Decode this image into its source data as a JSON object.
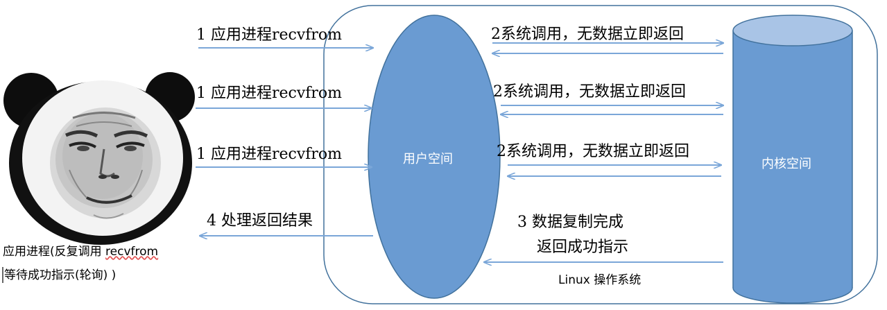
{
  "colors": {
    "shape_fill": "#6a9bd2",
    "shape_stroke": "#41719c",
    "cylinder_top": "#a9c4e6",
    "arrow": "#7aa6d8",
    "boundary_stroke": "#41719c"
  },
  "user_space": {
    "label": "用户空间"
  },
  "kernel_space": {
    "label": "内核空间"
  },
  "os_label": "Linux 操作系统",
  "avatar": {
    "icon": "panda-meme-face-image"
  },
  "caption": {
    "line1_prefix": "应用进程(反复调用 ",
    "line1_word": "recvfrom",
    "line2": "等待成功指示(轮询) )"
  },
  "calls": [
    {
      "request": "1 应用进程recvfrom",
      "syscall": "2系统调用，无数据立即返回"
    },
    {
      "request": "1 应用进程recvfrom",
      "syscall": "2系统调用，无数据立即返回"
    },
    {
      "request": "1 应用进程recvfrom",
      "syscall": "2系统调用，无数据立即返回"
    }
  ],
  "copy_complete": {
    "line1": "3 数据复制完成",
    "line2": "返回成功指示"
  },
  "process_result": "4 处理返回结果"
}
